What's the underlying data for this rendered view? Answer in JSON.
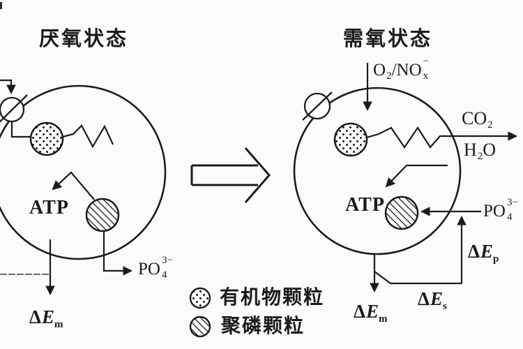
{
  "colors": {
    "ink": "#1b1b1b",
    "paper": "#fbfbfa"
  },
  "left": {
    "title": "厌氧状态",
    "atp": "ATP",
    "po4": {
      "base": "PO",
      "sup": "3−",
      "sub": "4"
    },
    "dEm": {
      "delta": "Δ",
      "E": "E",
      "sub": "m"
    }
  },
  "transition": {
    "type": "hollow-right-arrow"
  },
  "legend": {
    "organic": "有机物颗粒",
    "polyp": "聚磷颗粒"
  },
  "right": {
    "title": "需氧状态",
    "o2nox": {
      "o": "O",
      "o_sub": "2",
      "no": "/NO",
      "sup": "−",
      "sub": "x"
    },
    "co2": {
      "base": "CO",
      "sub": "2"
    },
    "h2o": {
      "h": "H",
      "sub": "2",
      "o": "O"
    },
    "atp": "ATP",
    "po4": {
      "base": "PO",
      "sup": "3−",
      "sub": "4"
    },
    "dEm": {
      "delta": "Δ",
      "E": "E",
      "sub": "m"
    },
    "dEs": {
      "delta": "Δ",
      "E": "E",
      "sub": "s"
    },
    "dEp": {
      "delta": "Δ",
      "E": "E",
      "sub": "p"
    }
  }
}
